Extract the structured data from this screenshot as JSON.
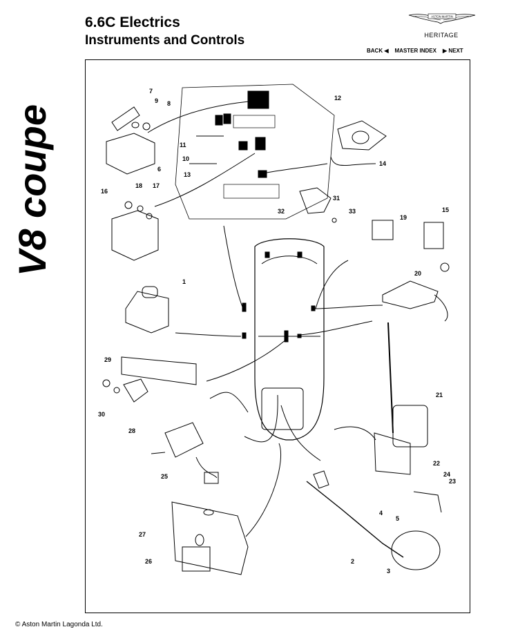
{
  "header": {
    "section": "6.6C Electrics",
    "subtitle": "Instruments and Controls",
    "logo_text": "ASTON MARTIN",
    "heritage": "HERITAGE"
  },
  "side_brand": {
    "text": "V8 coupe"
  },
  "nav": {
    "back": "BACK",
    "master_index": "MASTER INDEX",
    "next": "NEXT"
  },
  "callouts": [
    "1",
    "2",
    "3",
    "4",
    "5",
    "6",
    "7",
    "8",
    "9",
    "10",
    "11",
    "12",
    "13",
    "14",
    "15",
    "16",
    "17",
    "18",
    "19",
    "20",
    "21",
    "22",
    "23",
    "24",
    "25",
    "26",
    "27",
    "28",
    "29",
    "30",
    "31",
    "32",
    "33"
  ],
  "footer": {
    "copyright": "© Aston Martin Lagonda Ltd."
  }
}
